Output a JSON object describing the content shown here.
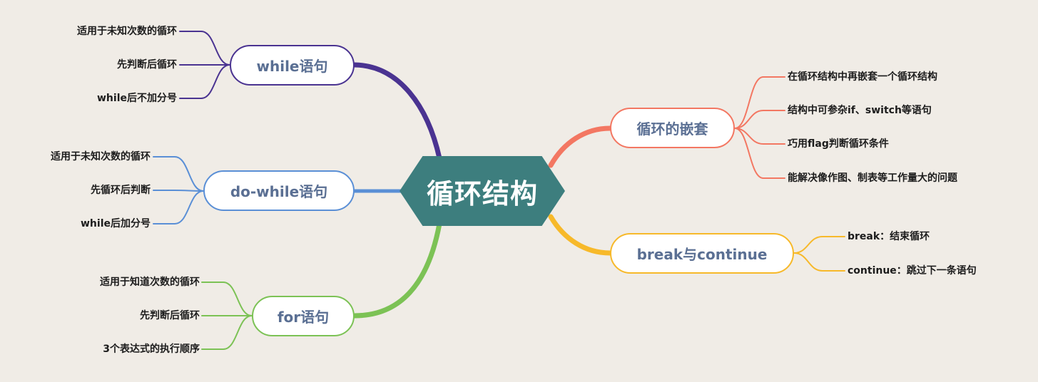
{
  "center": {
    "label": "循环结构"
  },
  "branches": [
    {
      "label": "while语句",
      "color": "#4a3391",
      "leaves": [
        "适用于未知次数的循环",
        "先判断后循环",
        "while后不加分号"
      ]
    },
    {
      "label": "do-while语句",
      "color": "#5a8fd6",
      "leaves": [
        "适用于未知次数的循环",
        "先循环后判断",
        "while后加分号"
      ]
    },
    {
      "label": "for语句",
      "color": "#7cc255",
      "leaves": [
        "适用于知道次数的循环",
        "先判断后循环",
        "3个表达式的执行顺序"
      ]
    },
    {
      "label": "循环的嵌套",
      "color": "#f37762",
      "leaves": [
        "在循环结构中再嵌套一个循环结构",
        "结构中可参杂if、switch等语句",
        "巧用flag判断循环条件",
        "能解决像作图、制表等工作量大的问题"
      ]
    },
    {
      "label": "break与continue",
      "color": "#f7b92a",
      "leaves": [
        "break：结束循环",
        "continue：跳过下一条语句"
      ]
    }
  ]
}
